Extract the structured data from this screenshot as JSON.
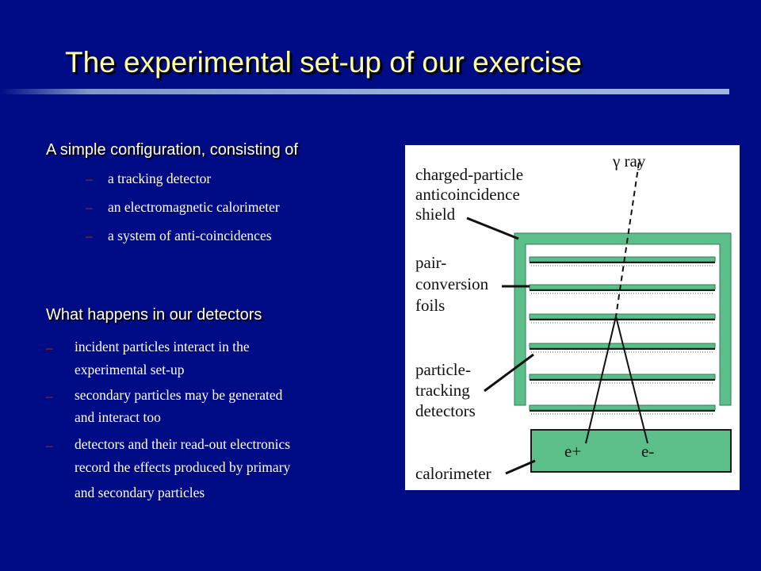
{
  "slide": {
    "title": "The experimental set-up of our exercise",
    "section1": {
      "heading": "A simple configuration, consisting of",
      "items": [
        "a tracking detector",
        "an electromagnetic calorimeter",
        "a system of anti-coincidences"
      ]
    },
    "section2": {
      "heading": "What happens in our detectors",
      "items": [
        [
          "incident particles interact in the",
          "experimental set-up"
        ],
        [
          "secondary particles may be generated",
          "and interact too"
        ],
        [
          "detectors and their read-out electronics",
          "record the effects produced by primary",
          "and secondary particles"
        ]
      ]
    },
    "bullet_glyph": "–"
  },
  "diagram": {
    "label_shield": [
      "charged-particle",
      "anticoincidence",
      "shield"
    ],
    "label_foils": [
      "pair-",
      "conversion",
      "foils"
    ],
    "label_tracking": [
      "particle-",
      "tracking",
      "detectors"
    ],
    "label_calorimeter": "calorimeter",
    "label_gamma": "γ ray",
    "label_positron": "e+",
    "label_electron": "e-",
    "colors": {
      "detector_green": "#5cbf8a",
      "foil_dark": "#1a1a1a"
    }
  }
}
